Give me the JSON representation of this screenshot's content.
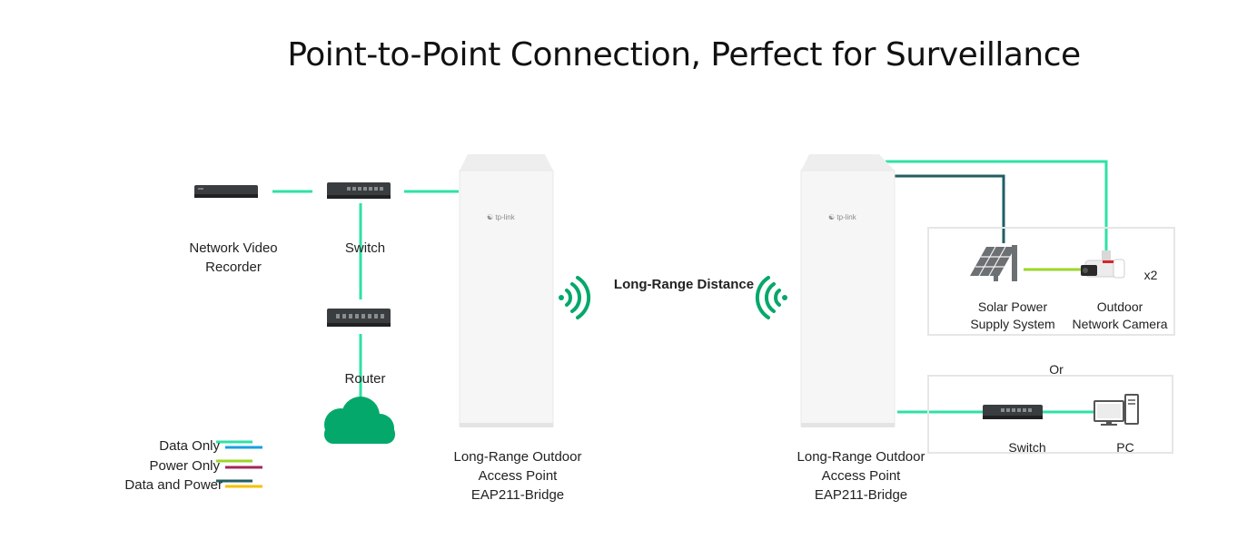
{
  "title": "Point-to-Point Connection, Perfect for Surveillance",
  "colors": {
    "data_only": "#2ee2a6",
    "power_only": "#9cd62a",
    "data_and_power": "#1f5e63",
    "cloud": "#05a86b",
    "legend_blue": "#1a9fdf",
    "legend_magenta": "#a3285c",
    "legend_yellow": "#f5c200"
  },
  "icons": {
    "nvr": "network-video-recorder-icon",
    "switch": "switch-icon",
    "router": "router-icon",
    "cloud": "cloud-icon",
    "access_point": "access-point-icon",
    "wifi_left": "wifi-signal-right-icon",
    "wifi_right": "wifi-signal-left-icon",
    "solar": "solar-panel-icon",
    "camera": "bullet-camera-icon",
    "pc": "pc-icon"
  },
  "labels": {
    "nvr_line1": "Network Video",
    "nvr_line2": "Recorder",
    "switch_left": "Switch",
    "router": "Router",
    "ap_left_line1": "Long-Range Outdoor",
    "ap_left_line2": "Access Point",
    "ap_left_model": "EAP211-Bridge",
    "ap_right_line1": "Long-Range Outdoor",
    "ap_right_line2": "Access Point",
    "ap_right_model": "EAP211-Bridge",
    "distance": "Long-Range Distance",
    "solar_line1": "Solar Power",
    "solar_line2": "Supply System",
    "camera_line1": "Outdoor",
    "camera_line2": "Network Camera",
    "camera_count": "x2",
    "or": "Or",
    "switch_right": "Switch",
    "pc": "PC",
    "ap_brand": "tp-link"
  },
  "legend": [
    {
      "label": "Data Only"
    },
    {
      "label": "Power Only"
    },
    {
      "label": "Data and Power"
    }
  ]
}
